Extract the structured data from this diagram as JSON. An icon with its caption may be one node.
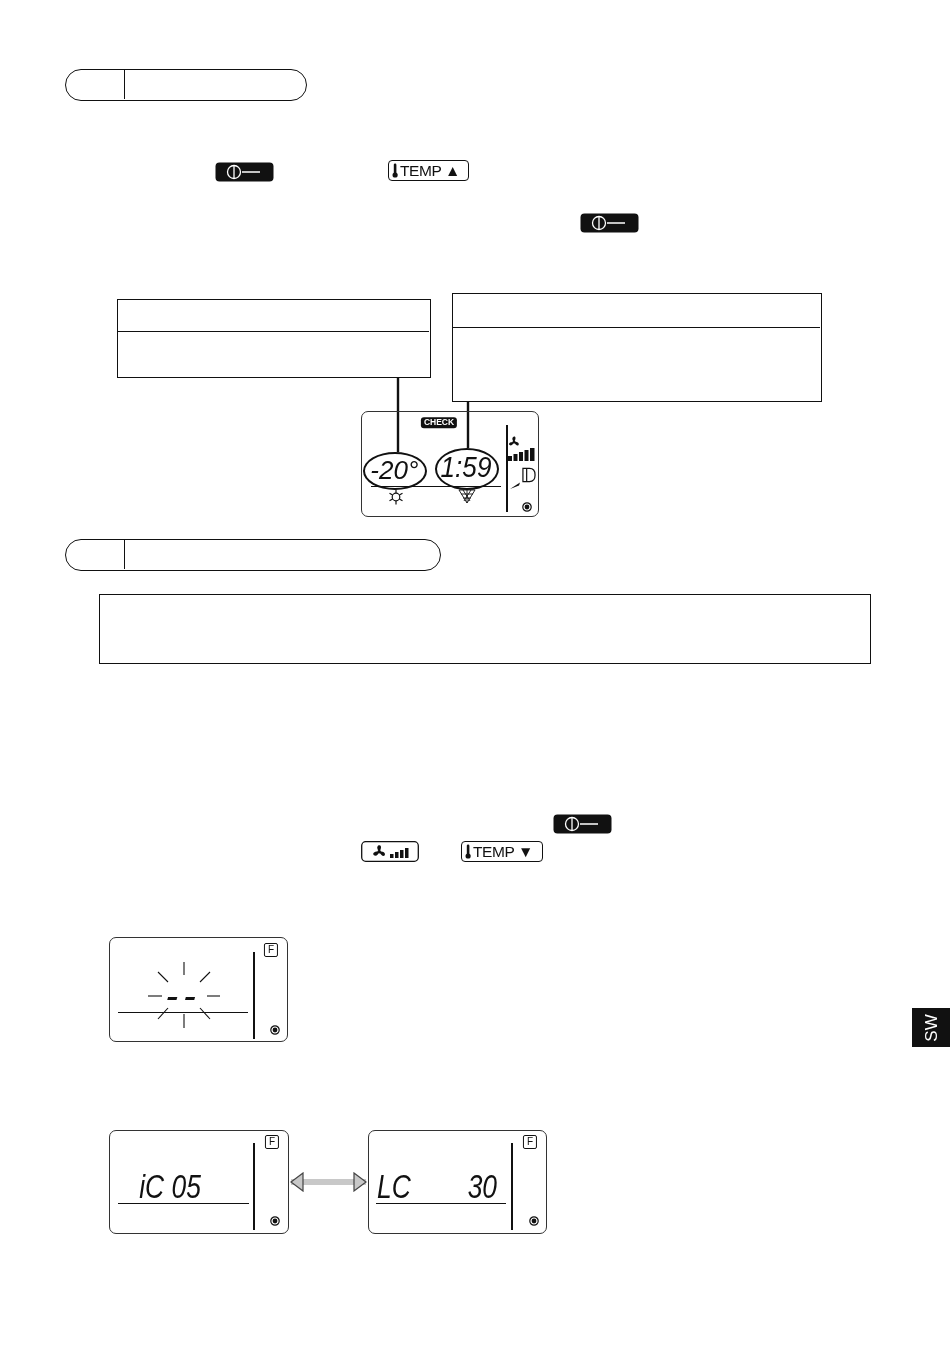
{
  "diagram": {
    "nodes": [
      {
        "text": [],
        "shape": "pill"
      },
      {
        "text": [],
        "shape": "box"
      },
      {
        "text": [],
        "shape": "box"
      },
      {
        "text": [
          "CHECK"
        ]
      },
      {
        "text": [
          "-20°"
        ],
        "in": 3
      },
      {
        "text": [
          "1:59"
        ],
        "in": 3
      },
      {
        "text": [],
        "shape": "pill"
      },
      {
        "text": [],
        "shape": "box"
      },
      {
        "text": [
          "F",
          "--"
        ]
      },
      {
        "text": [
          "SW"
        ]
      },
      {
        "text": [
          "F",
          "iC 05"
        ]
      },
      {
        "text": [
          "F",
          "LC 30"
        ]
      }
    ],
    "edges": [
      {
        "from": 1,
        "to": 4,
        "arrow": "none"
      },
      {
        "from": 2,
        "to": 5,
        "arrow": "none"
      },
      {
        "from": 10,
        "to": 11,
        "arrow": "both",
        "style": "thick",
        "color": "#c8c8c8"
      }
    ],
    "labels": [
      "TEMP ▲",
      "TEMP ▼"
    ]
  }
}
